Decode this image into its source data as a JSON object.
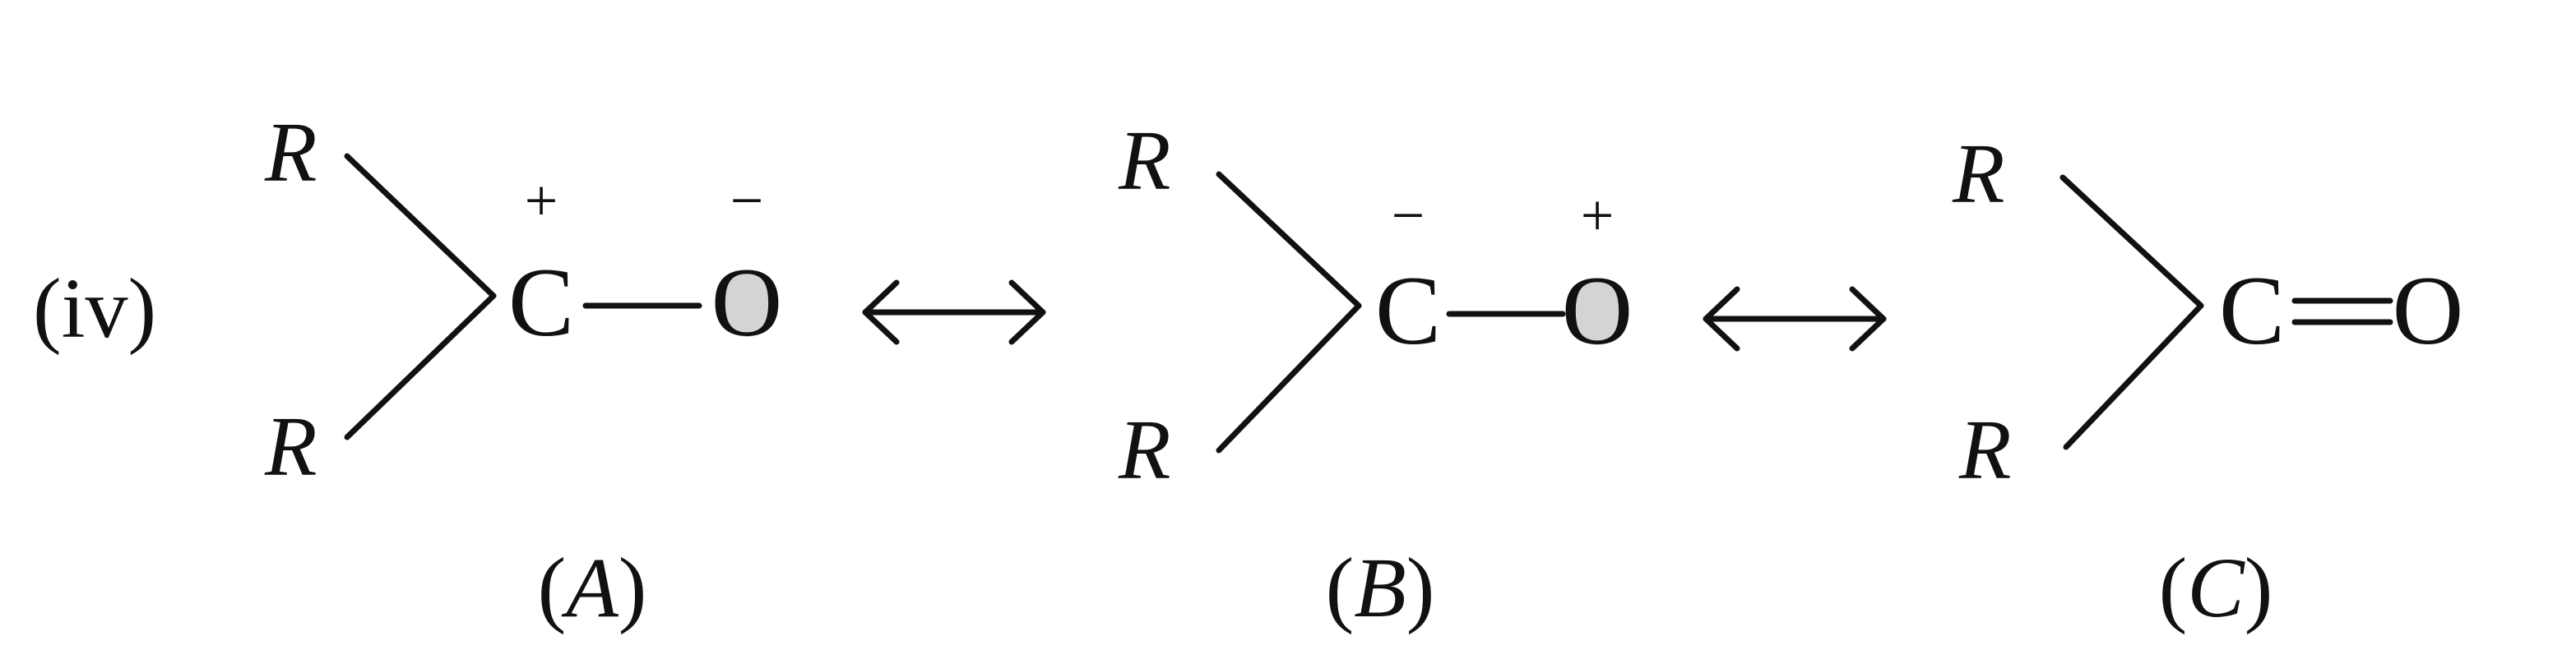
{
  "figure": {
    "item_label": "(iv)",
    "structures": [
      {
        "label": "A",
        "substituent_top": "R",
        "substituent_bottom": "R",
        "carbon": "C",
        "oxygen": "O",
        "carbon_charge": "+",
        "oxygen_charge": "−",
        "bond": "single"
      },
      {
        "label": "B",
        "substituent_top": "R",
        "substituent_bottom": "R",
        "carbon": "C",
        "oxygen": "O",
        "carbon_charge": "−",
        "oxygen_charge": "+",
        "bond": "single"
      },
      {
        "label": "C",
        "substituent_top": "R",
        "substituent_bottom": "R",
        "carbon": "C",
        "oxygen": "O",
        "carbon_charge": "",
        "oxygen_charge": "",
        "bond": "double"
      }
    ],
    "connector": "resonance-double-headed-arrow",
    "colors": {
      "ink": "#111111",
      "oxygen_fill": "#d4d4d4",
      "background": "#ffffff"
    }
  }
}
